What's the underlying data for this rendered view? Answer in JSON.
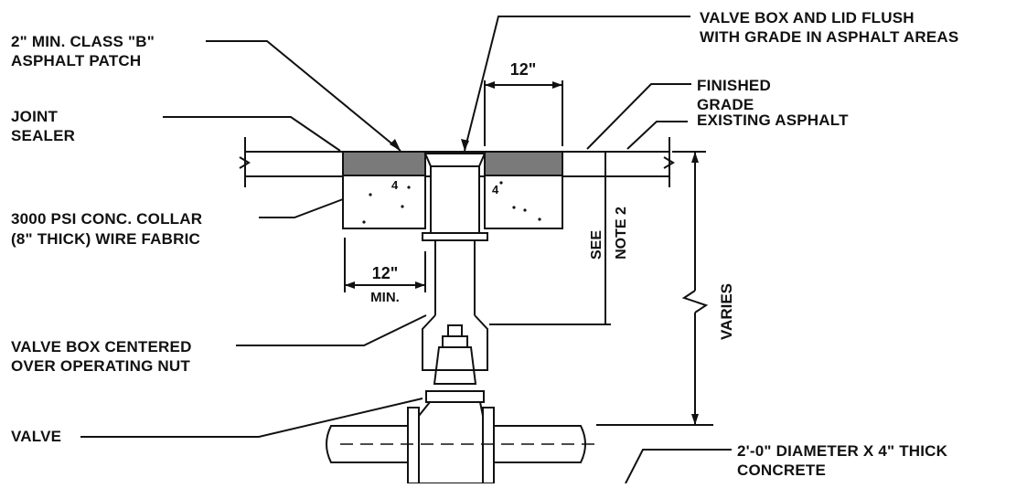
{
  "labels": {
    "valve_box_lid_1": "VALVE BOX AND LID FLUSH",
    "valve_box_lid_2": "WITH GRADE IN ASPHALT AREAS",
    "asphalt_patch_1": "2\" MIN. CLASS \"B\"",
    "asphalt_patch_2": "ASPHALT PATCH",
    "joint_sealer_1": "JOINT",
    "joint_sealer_2": "SEALER",
    "finished_grade_1": "FINISHED",
    "finished_grade_2": "GRADE",
    "existing_asphalt": "EXISTING ASPHALT",
    "conc_collar_1": "3000 PSI CONC. COLLAR",
    "conc_collar_2": "(8\" THICK) WIRE FABRIC",
    "valve_box_centered_1": "VALVE BOX CENTERED",
    "valve_box_centered_2": "OVER OPERATING NUT",
    "valve": "VALVE",
    "concrete_pad_1": "2'-0\" DIAMETER X 4\" THICK",
    "concrete_pad_2": "CONCRETE"
  },
  "dimensions": {
    "top_width": "12\"",
    "collar_width": "12\"",
    "collar_width_min": "MIN.",
    "see_note_1": "SEE",
    "see_note_2": "NOTE 2",
    "varies": "VARIES",
    "aggregate_mark": "4"
  }
}
